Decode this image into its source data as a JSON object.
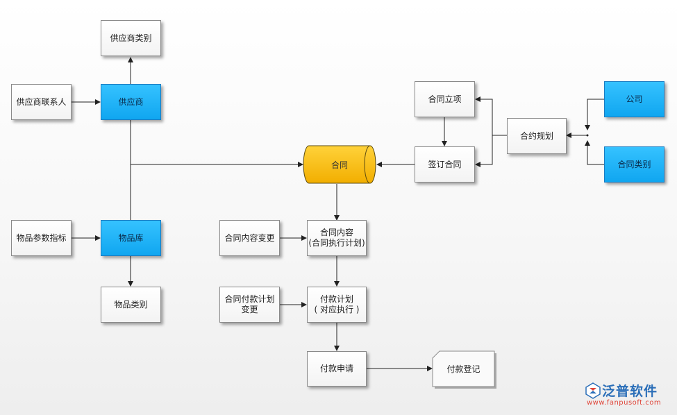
{
  "nodes": {
    "supplier_category": "供应商类别",
    "supplier_contact": "供应商联系人",
    "supplier": "供应商",
    "item_param": "物品参数指标",
    "item_library": "物品库",
    "item_category": "物品类别",
    "contract": "合同",
    "contract_setup": "合同立项",
    "contract_sign": "签订合同",
    "contract_plan": "合约规划",
    "company": "公司",
    "contract_category": "合同类别",
    "contract_content_change": "合同内容变更",
    "contract_content": "合同内容\n(合同执行计划)",
    "payment_plan_change": "合同付款计划\n变更",
    "payment_plan": "付款计划\n( 对应执行 )",
    "payment_request": "付款申请",
    "payment_register": "付款登记"
  },
  "colors": {
    "blue_fill": "#1aaef5",
    "cylinder_fill": "#fbbf12",
    "arrow": "#222222"
  },
  "logo": {
    "title": "泛普软件",
    "url": "www.fanpusoft.com"
  }
}
